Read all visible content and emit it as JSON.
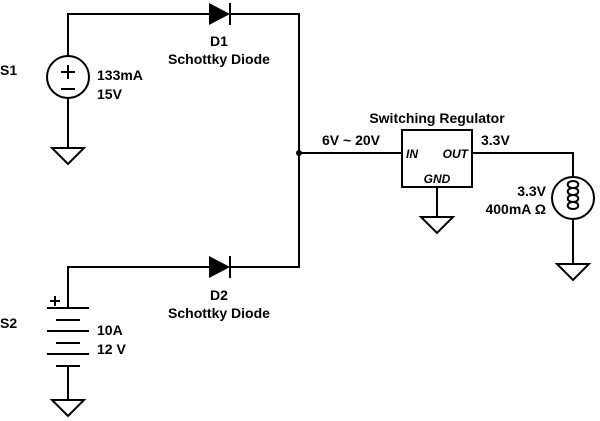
{
  "source1": {
    "designator": "S1",
    "current": "133mA",
    "voltage": "15V"
  },
  "diode1": {
    "designator": "D1",
    "type": "Schottky Diode"
  },
  "source2": {
    "designator": "S2",
    "current": "10A",
    "voltage": "12 V"
  },
  "diode2": {
    "designator": "D2",
    "type": "Schottky Diode"
  },
  "regulator": {
    "title": "Switching Regulator",
    "pin_in": "IN",
    "pin_out": "OUT",
    "pin_gnd": "GND"
  },
  "input_range": "6V ~ 20V",
  "output_voltage": "3.3V",
  "load": {
    "voltage": "3.3V",
    "rating": "400mA Ω"
  }
}
